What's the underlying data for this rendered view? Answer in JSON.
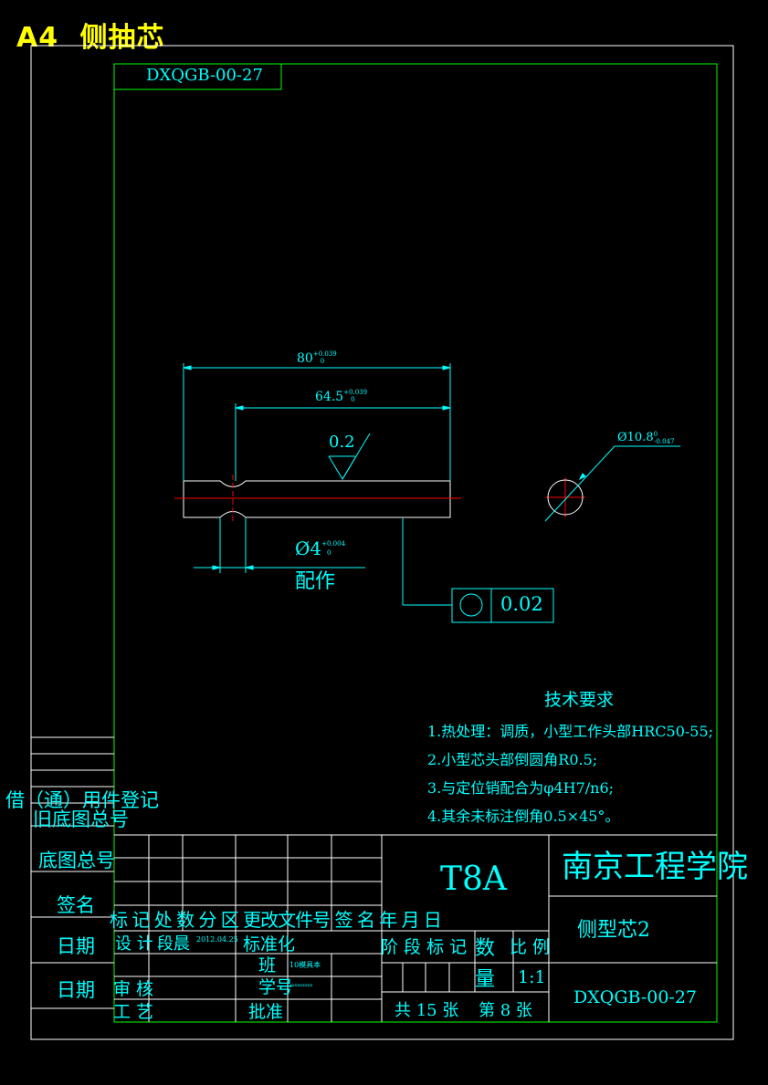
{
  "sheet": {
    "size_label": "A4",
    "part_title": "侧抽芯",
    "drawing_no_top": "DXQGB-00-27"
  },
  "dimensions": {
    "overall_length": "80",
    "overall_tol_upper": "+0.039",
    "overall_tol_lower": "0",
    "inner_length": "64.5",
    "inner_tol_upper": "+0.039",
    "inner_tol_lower": "0",
    "roughness": "0.2",
    "pin_dia": "Ø4",
    "pin_tol_upper": "+0.004",
    "pin_tol_lower": "0",
    "pin_note": "配作",
    "outer_dia": "Ø10.8",
    "outer_tol_upper": "0",
    "outer_tol_lower": "-0.047",
    "tolerance_value": "0.02"
  },
  "tech_requirements": {
    "heading": "技术要求",
    "items": [
      "1.热处理：调质，小型工作头部HRC50-55;",
      "2.小型芯头部倒圆角R0.5;",
      "3.与定位销配合为φ4H7/n6;",
      "4.其余未标注倒角0.5×45°。"
    ]
  },
  "left_strip": {
    "borrow_register": "借（通）用件登记",
    "old_base_no": "旧底图总号",
    "base_no": "底图总号",
    "signature": "签名",
    "date1": "日期",
    "date2": "日期"
  },
  "title_block": {
    "material": "T8A",
    "school": "南京工程学院",
    "part_name": "侧型芯2",
    "drawing_no": "DXQGB-00-27",
    "rev_header": "标 记 处 数 分 区 更改文件号 签 名 年 月 日",
    "design": "设 计",
    "designer": "段晨",
    "design_date": "2012.04.25",
    "standardize": "标准化",
    "class_label": "班",
    "class_value": "10模具本",
    "student_label": "学号",
    "student_value": "xxxxxxxxx",
    "review": "审 核",
    "process": "工 艺",
    "approve": "批准",
    "stage_mark": "阶 段 标 记",
    "qty_label": "数量",
    "scale_label": "比 例",
    "scale_value": "1:1",
    "total_sheets": "共 15 张",
    "sheet_no": "第 8 张"
  }
}
